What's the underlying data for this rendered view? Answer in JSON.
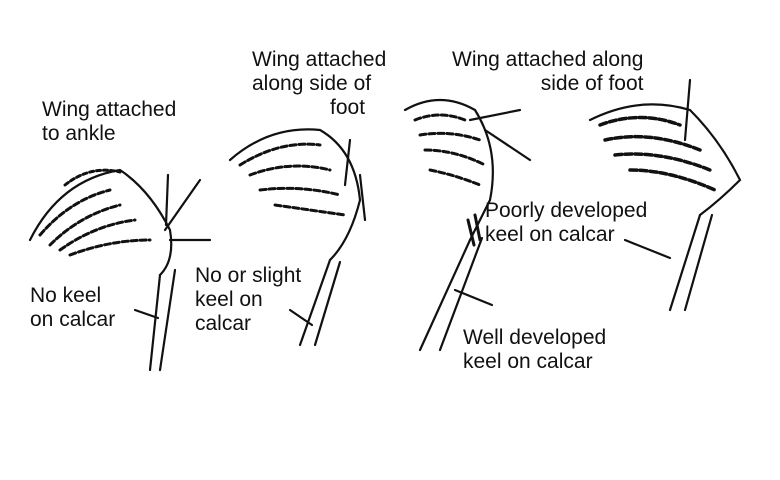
{
  "labels": {
    "foot1_wing": [
      "Wing attached",
      "to ankle"
    ],
    "foot1_keel": [
      "No keel",
      "on calcar"
    ],
    "foot2_wing": [
      "Wing attached",
      "along side of",
      "foot"
    ],
    "foot2_keel": [
      "No or slight",
      "keel on",
      "calcar"
    ],
    "foot3_wing": [
      "Wing attached along",
      "side of foot"
    ],
    "foot3_keel": [
      "Well developed",
      "keel on calcar"
    ],
    "foot4_keel": [
      "Poorly developed",
      "keel on calcar"
    ]
  }
}
